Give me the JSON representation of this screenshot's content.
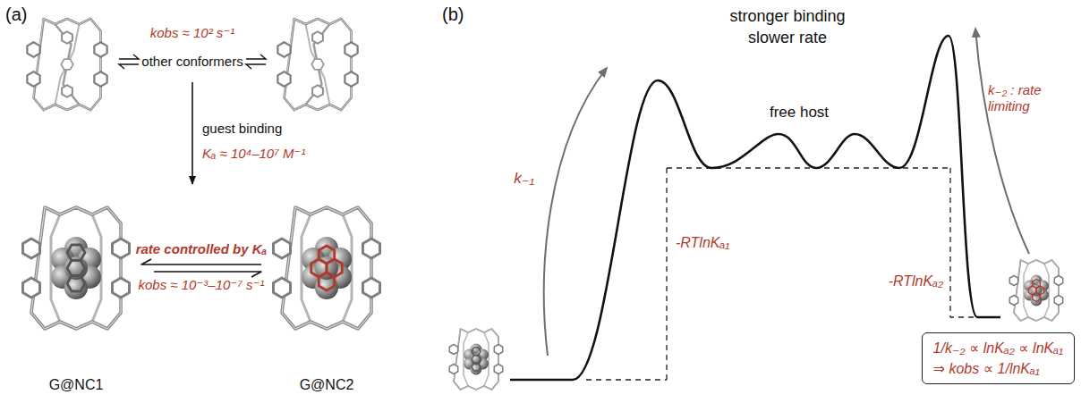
{
  "diagram": {
    "nodes": [
      {
        "text": [
          "G@NC1"
        ]
      },
      {
        "text": [
          "G@NC2"
        ]
      },
      {
        "text": [
          "1/k₋₂ ∝ lnKₐ₂ ∝ lnKₐ₁",
          "⇒ kobs ∝ 1/lnKₐ₁"
        ]
      }
    ],
    "edges": [
      {
        "from": 0,
        "to": 1,
        "arrow": "both",
        "label": "rate controlled by Kₐ"
      }
    ],
    "labels": [
      "(a)",
      "kobs ≈ 10² s⁻¹",
      "other conformers",
      "guest binding",
      "Kₐ ≈ 10⁴–10⁷ M⁻¹",
      "kobs ≈ 10⁻³–10⁻⁷ s⁻¹",
      "(b)",
      "stronger binding",
      "slower rate",
      "free host",
      "k₋₁",
      "k₋₂ : rate limiting",
      "-RTlnKₐ₁",
      "-RTlnKₐ₂"
    ]
  }
}
